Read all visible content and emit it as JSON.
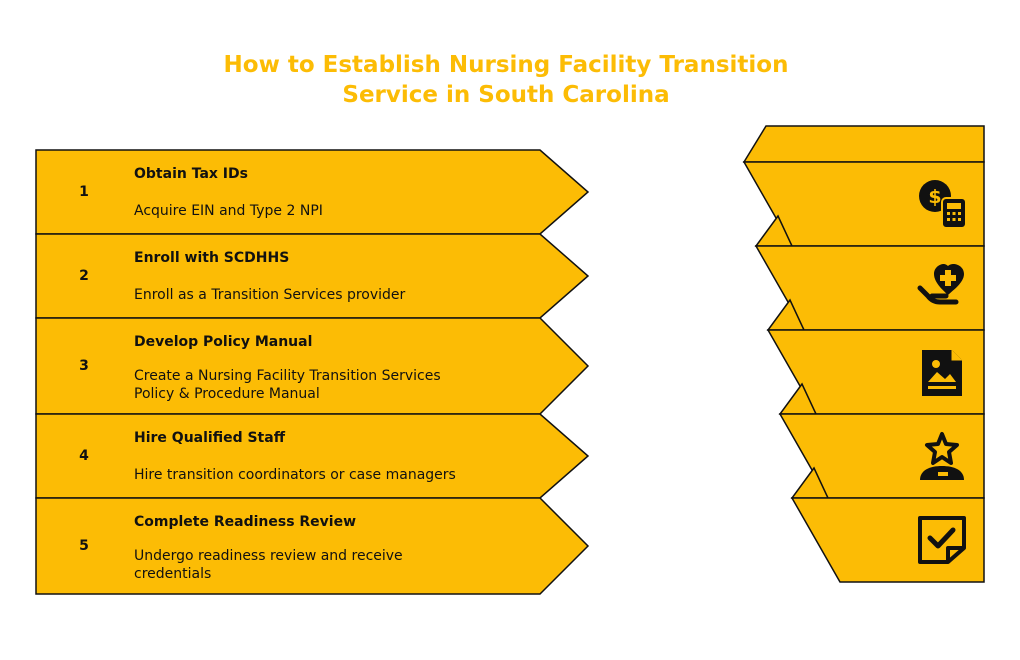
{
  "title": {
    "line1": "How to Establish Nursing Facility Transition",
    "line2": "Service in South Carolina"
  },
  "steps": [
    {
      "number": "1",
      "heading": "Obtain Tax IDs",
      "description": "Acquire EIN and Type 2 NPI",
      "icon": "money-calculator-icon"
    },
    {
      "number": "2",
      "heading": "Enroll with SCDHHS",
      "description": "Enroll as a Transition Services provider",
      "icon": "hand-heart-plus-icon"
    },
    {
      "number": "3",
      "heading": "Develop Policy Manual",
      "description": "Create a Nursing Facility Transition Services\nPolicy & Procedure Manual",
      "icon": "document-image-icon"
    },
    {
      "number": "4",
      "heading": "Hire Qualified Staff",
      "description": "Hire transition coordinators or case managers",
      "icon": "person-star-icon"
    },
    {
      "number": "5",
      "heading": "Complete Readiness Review",
      "description": "Undergo readiness review and receive\ncredentials",
      "icon": "checkbox-icon"
    }
  ],
  "colors": {
    "accent": "#FCBC05",
    "outline": "#111111",
    "background": "#FFFFFF"
  }
}
